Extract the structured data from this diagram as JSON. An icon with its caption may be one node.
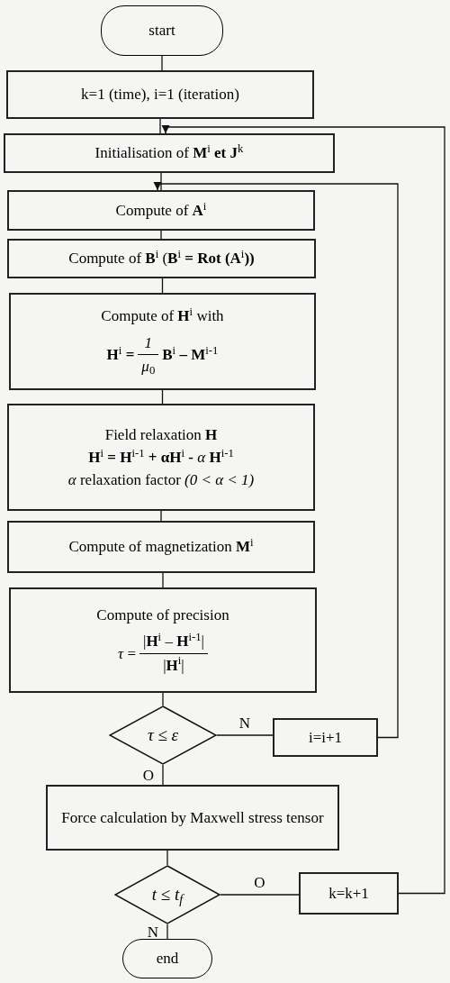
{
  "diagram": {
    "nodes": [
      {
        "text": [
          "start"
        ]
      },
      {
        "text": [
          "k=1 (time), i=1 (iteration)"
        ]
      },
      {
        "text": [
          "Initialisation of **M**$^{i}$ **et J**$^{k}$"
        ]
      },
      {
        "text": [
          "Compute of **A**$^{i}$"
        ]
      },
      {
        "text": [
          "Compute of **B**$^{i}$ (**B**$^{i}$ **= Rot (A**$^{i}$**))**"
        ]
      },
      {
        "text": [
          "Compute of **H**$^{i}$ with",
          "**H**$^{i}$ **=**",
          "*1*",
          "*μ*$_{0}$",
          "**B**$^{i}$ **– M**$^{i-1}$"
        ]
      },
      {
        "text": [
          "Field relaxation **H**",
          "**H**$^{i}$ **= H**$^{i-1}$ **+ αH**$^{i}$ **-** *α* **H**$^{i-1}$",
          "*α* relaxation factor *(0 < α < 1)*"
        ]
      },
      {
        "text": [
          "Compute of magnetization **M**$^{i}$"
        ]
      },
      {
        "text": [
          "Compute of precision",
          "*τ* =",
          "|**H**$^{i}$ – **H**$^{i-1}$|",
          "|**H**$^{i}$|"
        ]
      },
      {
        "text": [
          "τ ≤ ε"
        ]
      },
      {
        "text": [
          "i=i+1"
        ]
      },
      {
        "text": [
          "Force calculation by Maxwell stress tensor"
        ]
      },
      {
        "text": [
          "t ≤ t$_{f}$"
        ]
      },
      {
        "text": [
          "k=k+1"
        ]
      },
      {
        "text": [
          "end"
        ]
      }
    ],
    "edges": [
      {
        "from": 0,
        "to": 1,
        "arrow": "none"
      },
      {
        "from": 1,
        "to": 2,
        "arrow": "none"
      },
      {
        "from": 13,
        "to": 2,
        "arrow": "to"
      },
      {
        "from": 2,
        "to": 3,
        "arrow": "none"
      },
      {
        "from": 10,
        "to": 3,
        "arrow": "to"
      },
      {
        "from": 3,
        "to": 4,
        "arrow": "none"
      },
      {
        "from": 4,
        "to": 5,
        "arrow": "none"
      },
      {
        "from": 5,
        "to": 6,
        "arrow": "none"
      },
      {
        "from": 6,
        "to": 7,
        "arrow": "none"
      },
      {
        "from": 7,
        "to": 8,
        "arrow": "none"
      },
      {
        "from": 8,
        "to": 9,
        "arrow": "none"
      },
      {
        "from": 9,
        "to": 10,
        "label": "N",
        "arrow": "none"
      },
      {
        "from": 9,
        "to": 11,
        "label": "O",
        "arrow": "none"
      },
      {
        "from": 11,
        "to": 12,
        "arrow": "none"
      },
      {
        "from": 12,
        "to": 13,
        "label": "O",
        "arrow": "none"
      },
      {
        "from": 12,
        "to": 14,
        "label": "N",
        "arrow": "none"
      }
    ]
  }
}
